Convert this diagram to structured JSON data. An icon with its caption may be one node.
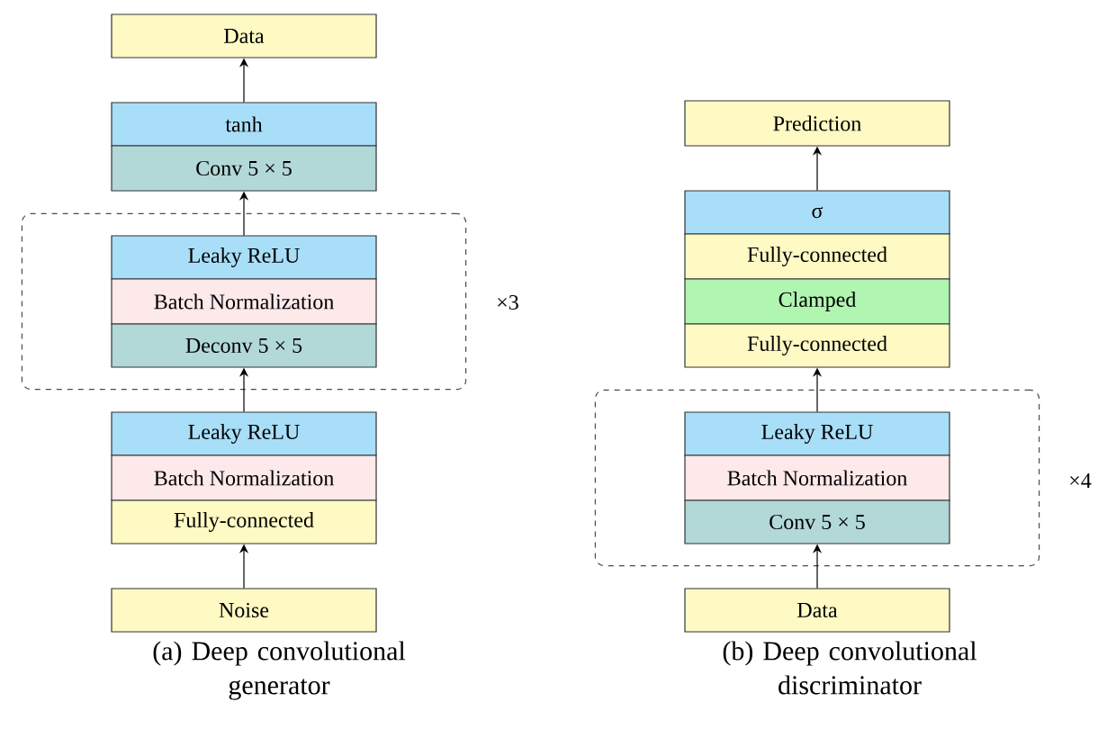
{
  "diagram": {
    "nodes": [
      {
        "text": [
          "Data"
        ]
      },
      {
        "text": [
          "tanh"
        ]
      },
      {
        "text": [
          "Conv 5 × 5"
        ]
      },
      {
        "text": [],
        "shape": "box",
        "beside": [
          "×3"
        ]
      },
      {
        "text": [
          "Leaky ReLU"
        ],
        "in": 3
      },
      {
        "text": [
          "Batch Normalization"
        ],
        "in": 3
      },
      {
        "text": [
          "Deconv 5 × 5"
        ],
        "in": 3
      },
      {
        "text": [
          "Leaky ReLU"
        ]
      },
      {
        "text": [
          "Batch Normalization"
        ]
      },
      {
        "text": [
          "Fully-connected"
        ]
      },
      {
        "text": [
          "Noise"
        ]
      },
      {
        "text": [
          "Prediction"
        ]
      },
      {
        "text": [
          "σ"
        ]
      },
      {
        "text": [
          "Fully-connected"
        ]
      },
      {
        "text": [
          "Clamped"
        ]
      },
      {
        "text": [
          "Fully-connected"
        ]
      },
      {
        "text": [],
        "shape": "box",
        "beside": [
          "×4"
        ]
      },
      {
        "text": [
          "Leaky ReLU"
        ],
        "in": 16
      },
      {
        "text": [
          "Batch Normalization"
        ],
        "in": 16
      },
      {
        "text": [
          "Conv 5 × 5"
        ],
        "in": 16
      },
      {
        "text": [
          "Data"
        ]
      }
    ],
    "edges": [
      {
        "from": 1,
        "to": 0,
        "arrow": "to"
      },
      {
        "from": 4,
        "to": 2,
        "arrow": "to"
      },
      {
        "from": 7,
        "to": 6,
        "arrow": "to"
      },
      {
        "from": 10,
        "to": 9,
        "arrow": "to"
      },
      {
        "from": 12,
        "to": 11,
        "arrow": "to"
      },
      {
        "from": 17,
        "to": 15,
        "arrow": "to"
      },
      {
        "from": 20,
        "to": 19,
        "arrow": "to"
      }
    ],
    "labels": [
      "(a) Deep convolutional generator",
      "(b) Deep convolutional discriminator"
    ]
  }
}
